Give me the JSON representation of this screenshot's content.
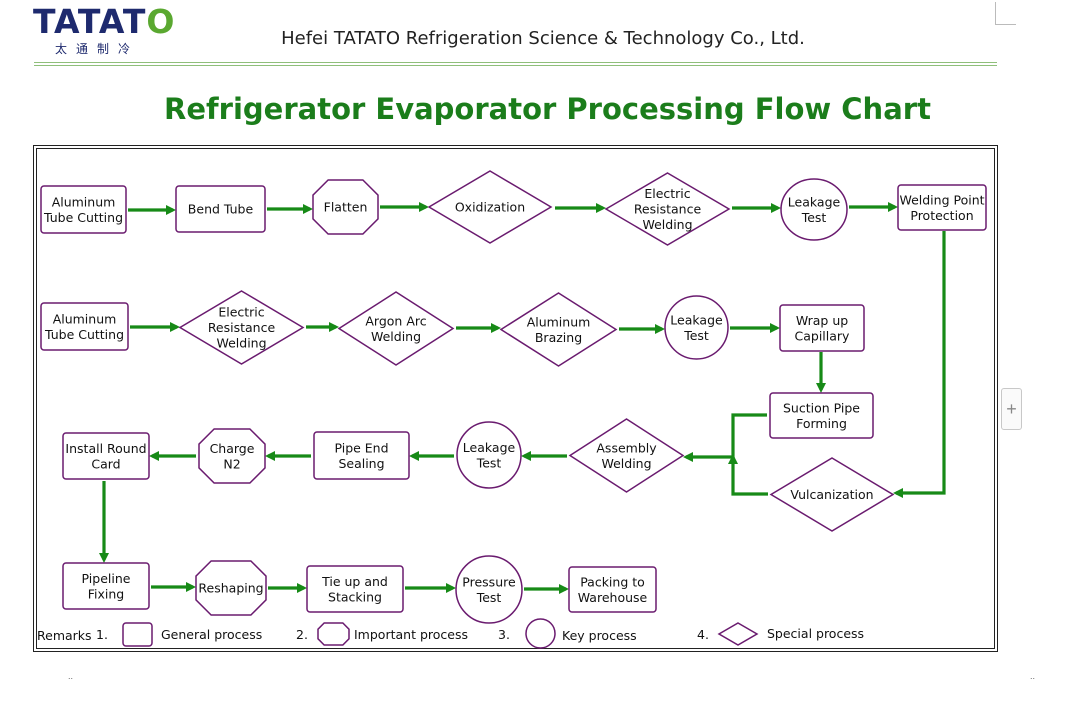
{
  "logo": {
    "brand": "TATATO",
    "chinese": "太通制冷"
  },
  "company_name": "Hefei TATATO Refrigeration Science & Technology Co., Ltd.",
  "title": "Refrigerator Evaporator Processing Flow Chart",
  "steps": [
    {
      "id": "s1",
      "shape": "rect",
      "lines": [
        "Aluminum",
        "Tube Cutting"
      ]
    },
    {
      "id": "s2",
      "shape": "rect",
      "lines": [
        "Bend Tube"
      ]
    },
    {
      "id": "s3",
      "shape": "octagon",
      "lines": [
        "Flatten"
      ]
    },
    {
      "id": "s4",
      "shape": "diamond",
      "lines": [
        "Oxidization"
      ]
    },
    {
      "id": "s5",
      "shape": "diamond",
      "lines": [
        "Electric",
        "Resistance",
        "Welding"
      ]
    },
    {
      "id": "s6",
      "shape": "circle",
      "lines": [
        "Leakage",
        "Test"
      ]
    },
    {
      "id": "s7",
      "shape": "rect",
      "lines": [
        "Welding Point",
        "Protection"
      ]
    },
    {
      "id": "s8",
      "shape": "rect",
      "lines": [
        "Aluminum",
        "Tube Cutting"
      ]
    },
    {
      "id": "s9",
      "shape": "diamond",
      "lines": [
        "Electric",
        "Resistance",
        "Welding"
      ]
    },
    {
      "id": "s10",
      "shape": "diamond",
      "lines": [
        "Argon Arc",
        "Welding"
      ]
    },
    {
      "id": "s11",
      "shape": "diamond",
      "lines": [
        "Aluminum",
        "Brazing"
      ]
    },
    {
      "id": "s12",
      "shape": "circle",
      "lines": [
        "Leakage",
        "Test"
      ]
    },
    {
      "id": "s13",
      "shape": "rect",
      "lines": [
        "Wrap up",
        "Capillary"
      ]
    },
    {
      "id": "s14",
      "shape": "rect",
      "lines": [
        "Suction Pipe",
        "Forming"
      ]
    },
    {
      "id": "s15",
      "shape": "diamond",
      "lines": [
        "Vulcanization"
      ]
    },
    {
      "id": "s16",
      "shape": "diamond",
      "lines": [
        "Assembly",
        "Welding"
      ]
    },
    {
      "id": "s17",
      "shape": "circle",
      "lines": [
        "Leakage",
        "Test"
      ]
    },
    {
      "id": "s18",
      "shape": "rect",
      "lines": [
        "Pipe End",
        "Sealing"
      ]
    },
    {
      "id": "s19",
      "shape": "octagon",
      "lines": [
        "Charge",
        "N2"
      ]
    },
    {
      "id": "s20",
      "shape": "rect",
      "lines": [
        "Install Round",
        "Card"
      ]
    },
    {
      "id": "s21",
      "shape": "rect",
      "lines": [
        "Pipeline",
        "Fixing"
      ]
    },
    {
      "id": "s22",
      "shape": "octagon",
      "lines": [
        "Reshaping"
      ]
    },
    {
      "id": "s23",
      "shape": "rect",
      "lines": [
        "Tie up and",
        "Stacking"
      ]
    },
    {
      "id": "s24",
      "shape": "circle",
      "lines": [
        "Pressure",
        "Test"
      ]
    },
    {
      "id": "s25",
      "shape": "rect",
      "lines": [
        "Packing to",
        "Warehouse"
      ]
    }
  ],
  "edges": [
    [
      "s1",
      "s2"
    ],
    [
      "s2",
      "s3"
    ],
    [
      "s3",
      "s4"
    ],
    [
      "s4",
      "s5"
    ],
    [
      "s5",
      "s6"
    ],
    [
      "s6",
      "s7"
    ],
    [
      "s7",
      "s15"
    ],
    [
      "s8",
      "s9"
    ],
    [
      "s9",
      "s10"
    ],
    [
      "s10",
      "s11"
    ],
    [
      "s11",
      "s12"
    ],
    [
      "s12",
      "s13"
    ],
    [
      "s13",
      "s14"
    ],
    [
      "s14",
      "s16"
    ],
    [
      "s15",
      "s16"
    ],
    [
      "s16",
      "s17"
    ],
    [
      "s17",
      "s18"
    ],
    [
      "s18",
      "s19"
    ],
    [
      "s19",
      "s20"
    ],
    [
      "s20",
      "s21"
    ],
    [
      "s21",
      "s22"
    ],
    [
      "s22",
      "s23"
    ],
    [
      "s23",
      "s24"
    ],
    [
      "s24",
      "s25"
    ]
  ],
  "remarks": {
    "label": "Remarks",
    "items": [
      {
        "num": "1.",
        "shape": "rect",
        "text": "General process"
      },
      {
        "num": "2.",
        "shape": "octagon",
        "text": "Important process"
      },
      {
        "num": "3.",
        "shape": "circle",
        "text": "Key process"
      },
      {
        "num": "4.",
        "shape": "diamond",
        "text": "Special process"
      }
    ]
  },
  "colors": {
    "arrow": "#178a17",
    "node_stroke": "#6a1b6f",
    "title": "#1b7d1b",
    "logo": "#1e2a6e",
    "logo_o": "#5aa830"
  }
}
